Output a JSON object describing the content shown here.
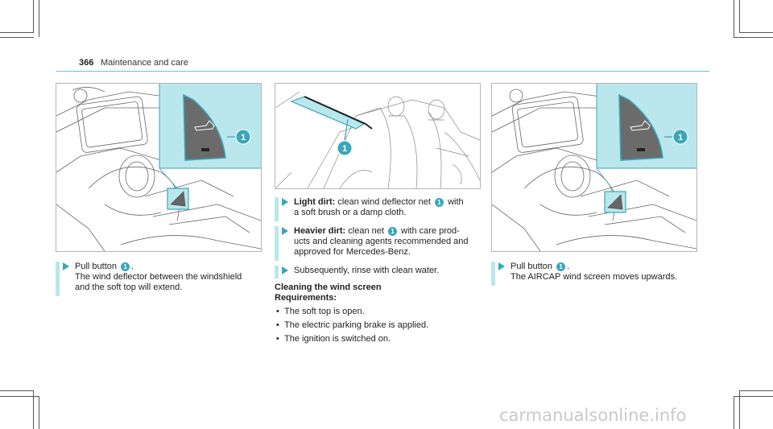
{
  "header": {
    "page_number": "366",
    "section_title": "Maintenance and care"
  },
  "figures": {
    "left": {
      "callout": "1"
    },
    "middle": {
      "callout": "1"
    },
    "right": {
      "callout": "1"
    }
  },
  "left_column": {
    "step1_a": "Pull button",
    "step1_num": "1",
    "step1_b": ".",
    "step1_line2": "The wind deflector between the windshield",
    "step1_line3": "and the soft top will extend."
  },
  "middle_column": {
    "light_label": "Light dirt:",
    "light_a": " clean wind deflector net",
    "light_num": "1",
    "light_b": " with",
    "light_line2": "a soft brush or a damp cloth.",
    "heavy_label": "Heavier dirt:",
    "heavy_a": " clean net",
    "heavy_num": "1",
    "heavy_b": " with care prod-",
    "heavy_line2": "ucts and cleaning agents recommended and",
    "heavy_line3": "approved for Mercedes-Benz.",
    "subsequent": "Subsequently, rinse with clean water.",
    "cleaning_heading": "Cleaning the wind screen",
    "requirements_heading": "Requirements:",
    "bullets": [
      "The soft top is open.",
      "The electric parking brake is applied.",
      "The ignition is switched on."
    ],
    "bullet_char": "•"
  },
  "right_column": {
    "step_a": "Pull button",
    "step_num": "1",
    "step_b": ".",
    "step_line2": "The AIRCAP wind screen moves upwards."
  },
  "watermark": "carmanualsonline.info",
  "colors": {
    "accent": "#3aa6b9",
    "accent_light": "#b9e7ec",
    "rule": "#6cc2c8"
  }
}
